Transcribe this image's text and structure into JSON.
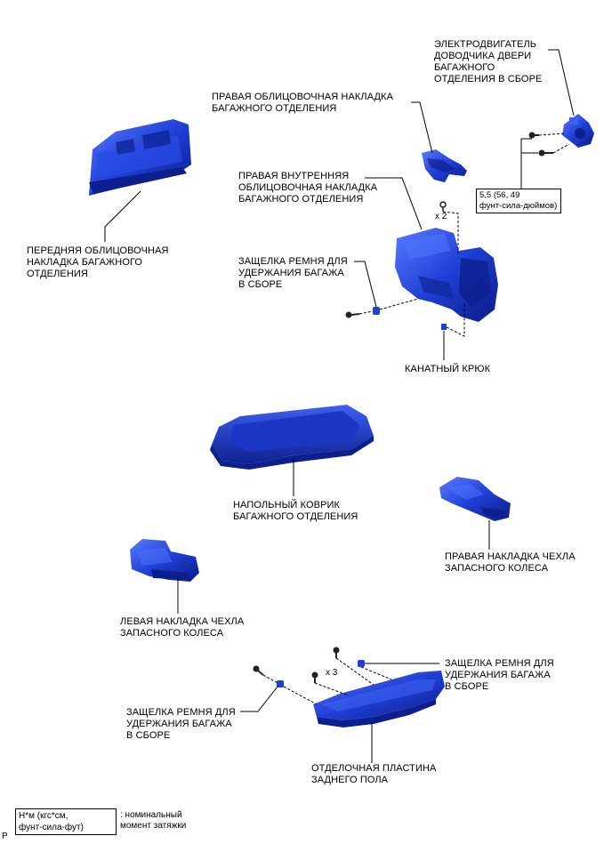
{
  "labels": {
    "front_trim": "ПЕРЕДНЯЯ ОБЛИЦОВОЧНАЯ\nНАКЛАДКА БАГАЖНОГО\nОТДЕЛЕНИЯ",
    "right_trim": "ПРАВАЯ ОБЛИЦОВОЧНАЯ НАКЛАДКА\nБАГАЖНОГО ОТДЕЛЕНИЯ",
    "motor": "ЭЛЕКТРОДВИГАТЕЛЬ\nДОВОДЧИКА ДВЕРИ\nБАГАЖНОГО\nОТДЕЛЕНИЯ В СБОРЕ",
    "right_inner_trim": "ПРАВАЯ ВНУТРЕННЯЯ\nОБЛИЦОВОЧНАЯ НАКЛАДКА\nБАГАЖНОГО ОТДЕЛЕНИЯ",
    "latch_upper": "ЗАЩЕЛКА РЕМНЯ ДЛЯ\nУДЕРЖАНИЯ БАГАЖА\nВ СБОРЕ",
    "rope_hook": "КАНАТНЫЙ КРЮК",
    "floor_mat": "НАПОЛЬНЫЙ КОВРИК\nБАГАЖНОГО ОТДЕЛЕНИЯ",
    "right_spare_cover": "ПРАВАЯ НАКЛАДКА ЧЕХЛА\nЗАПАСНОГО КОЛЕСА",
    "left_spare_cover": "ЛЕВАЯ НАКЛАДКА ЧЕХЛА\nЗАПАСНОГО КОЛЕСА",
    "latch_right": "ЗАЩЕЛКА РЕМНЯ ДЛЯ\nУДЕРЖАНИЯ БАГАЖА\nВ СБОРЕ",
    "latch_left": "ЗАЩЕЛКА РЕМНЯ ДЛЯ\nУДЕРЖАНИЯ БАГАЖА\nВ СБОРЕ",
    "rear_floor_plate": "ОТДЕЛОЧНАЯ ПЛАСТИНА\nЗАДНЕГО ПОЛА"
  },
  "torque_spec": "5,5 (56, 49\nфунт-сила-дюймов)",
  "qty_x2": "x 2",
  "qty_x3": "x 3",
  "legend": {
    "units": "Н*м (кгс*см,\nфунт-сила-фут)",
    "meaning": ": номинальный\nмомент затяжки"
  },
  "corner_mark": "P",
  "colors": {
    "part_fill": "#1f3fd6",
    "part_dark": "#0c1f8f",
    "part_light": "#4f73ff",
    "line": "#000000"
  }
}
